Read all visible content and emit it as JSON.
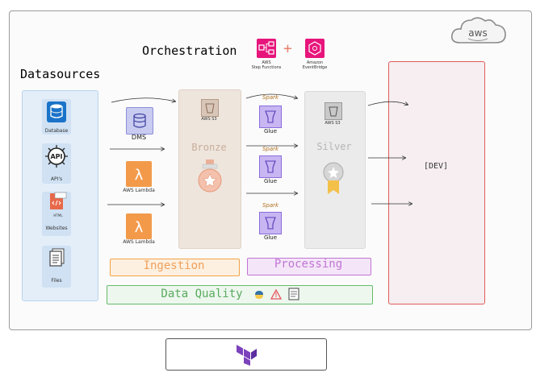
{
  "provider": "aws",
  "orchestration": {
    "title": "Orchestration",
    "plus": "+",
    "services": [
      {
        "name": "AWS\nStep Functions",
        "icon": "step-functions-icon",
        "color": "#e7157b"
      },
      {
        "name": "Amazon\nEventBridge",
        "icon": "eventbridge-icon",
        "color": "#e7157b"
      }
    ]
  },
  "datasources": {
    "title": "Datasources",
    "items": [
      {
        "label": "Database",
        "icon": "database-icon"
      },
      {
        "label": "API's",
        "icon": "api-icon"
      },
      {
        "label": "Websites",
        "icon": "website-icon"
      },
      {
        "label": "Files",
        "icon": "files-icon"
      }
    ]
  },
  "ingestion": {
    "title": "Ingestion",
    "services": [
      {
        "label": "DMS",
        "icon": "dms-icon"
      },
      {
        "label": "AWS Lambda",
        "icon": "lambda-icon"
      },
      {
        "label": "AWS Lambda",
        "icon": "lambda-icon"
      }
    ]
  },
  "bronze": {
    "title": "Bronze",
    "storage": "AWS S3"
  },
  "processing": {
    "title": "Processing",
    "jobs": [
      {
        "label": "Glue",
        "badge": "Spark"
      },
      {
        "label": "Glue",
        "badge": "Spark"
      },
      {
        "label": "Glue",
        "badge": "Spark"
      }
    ]
  },
  "silver": {
    "title": "Silver",
    "storage": "AWS S3"
  },
  "target": {
    "label": "[DEV]"
  },
  "data_quality": {
    "title": "Data Quality"
  },
  "colors": {
    "orchestration_text": "#e8806e",
    "datasources_text": "#6fa3d8",
    "ingestion": "#f5a146",
    "processing": "#c274d6",
    "data_quality": "#66bb6a",
    "dev_border": "#e05a5a",
    "lambda": "#ed7100",
    "glue": "#8c4fff",
    "s3": "#7aa116",
    "terraform": "#7b42bc"
  }
}
